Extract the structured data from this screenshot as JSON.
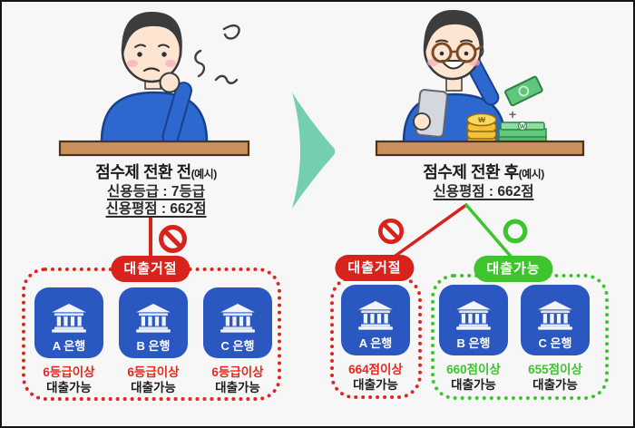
{
  "before": {
    "title": "점수제 전환 전",
    "title_note": "(예시)",
    "credit_grade": "신용등급 : 7등급",
    "credit_score": "신용평점 : 662점",
    "reject_badge": "대출거절",
    "banks": [
      {
        "name": "A 은행",
        "condition": "6등급이상",
        "status": "대출가능"
      },
      {
        "name": "B 은행",
        "condition": "6등급이상",
        "status": "대출가능"
      },
      {
        "name": "C 은행",
        "condition": "6등급이상",
        "status": "대출가능"
      }
    ]
  },
  "after": {
    "title": "점수제 전환 후",
    "title_note": "(예시)",
    "credit_score": "신용평점 : 662점",
    "reject_badge": "대출거절",
    "approve_badge": "대출가능",
    "rejected_banks": [
      {
        "name": "A 은행",
        "condition": "664점이상",
        "status": "대출가능"
      }
    ],
    "approved_banks": [
      {
        "name": "B 은행",
        "condition": "660점이상",
        "status": "대출가능"
      },
      {
        "name": "C 은행",
        "condition": "655점이상",
        "status": "대출가능"
      }
    ]
  },
  "decorations": {
    "plus_sign": "+",
    "coin_symbol": "₩",
    "cash_symbol": "W"
  },
  "colors": {
    "reject_red": "#d8231d",
    "approve_green": "#3ec42d",
    "bank_blue": "#2b58c0",
    "arrow_mint": "#73cfad",
    "desk_brown": "#c9915c"
  }
}
